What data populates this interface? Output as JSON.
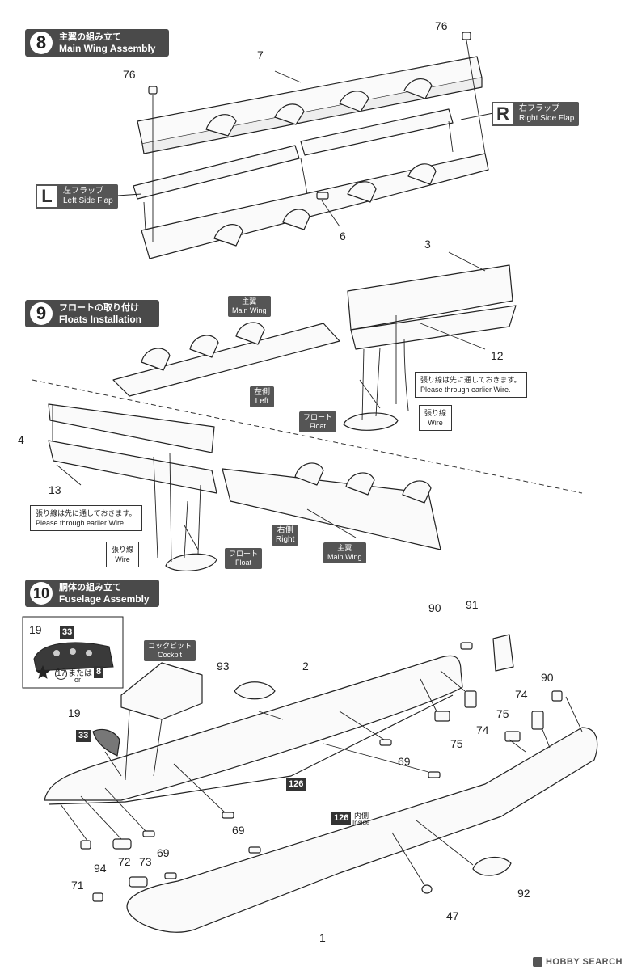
{
  "steps": [
    {
      "num": "8",
      "jp": "主翼の組み立て",
      "en": "Main Wing Assembly"
    },
    {
      "num": "9",
      "jp": "フロートの取り付け",
      "en": "Floats Installation"
    },
    {
      "num": "10",
      "jp": "胴体の組み立て",
      "en": "Fuselage Assembly"
    }
  ],
  "step8": {
    "parts": [
      "76",
      "7",
      "76",
      "6"
    ],
    "right_flap": {
      "letter": "R",
      "jp": "右フラップ",
      "en": "Right Side Flap"
    },
    "left_flap": {
      "letter": "L",
      "jp": "左フラップ",
      "en": "Left Side Flap"
    }
  },
  "step9": {
    "parts": [
      "3",
      "12",
      "4",
      "13"
    ],
    "main_wing_tag": {
      "jp": "主翼",
      "en": "Main Wing"
    },
    "left_tag": {
      "jp": "左側",
      "en": "Left"
    },
    "right_tag": {
      "jp": "右側",
      "en": "Right"
    },
    "float_tag": {
      "jp": "フロート",
      "en": "Float"
    },
    "wire_tag": {
      "jp": "張り線",
      "en": "Wire"
    },
    "note": {
      "jp": "張り線は先に通しておきます。",
      "en": "Please through earlier Wire."
    }
  },
  "step10": {
    "parts": [
      "90",
      "91",
      "93",
      "2",
      "74",
      "75",
      "90",
      "74",
      "75",
      "69",
      "69",
      "19",
      "94",
      "72",
      "73",
      "69",
      "71",
      "47",
      "92",
      "1"
    ],
    "inset_19": "19",
    "inset_33": "33",
    "inset_17": "17",
    "inset_or_jp": "または",
    "inset_or_en": "or",
    "inset_8": "8",
    "label_33": "33",
    "cockpit_tag": {
      "jp": "コックピット",
      "en": "Cockpit"
    },
    "decal_126": "126",
    "decal_126_inside": "126",
    "inside_jp": "内側",
    "inside_en": "Inside"
  },
  "watermark": "HOBBY SEARCH"
}
